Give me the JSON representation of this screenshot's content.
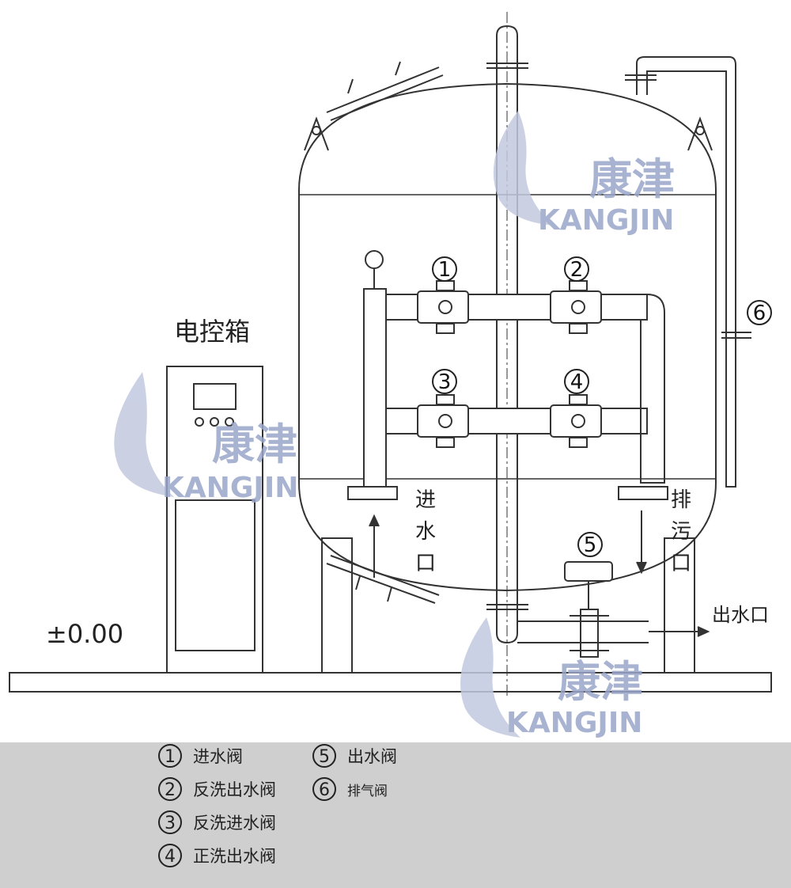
{
  "labels": {
    "control_box": "电控箱",
    "inlet": "进水口",
    "drain": "排污口",
    "outlet": "出水口",
    "elevation": "±0.00"
  },
  "valve_numbers": [
    "1",
    "2",
    "3",
    "4",
    "5",
    "6"
  ],
  "watermark": {
    "cn": "康津",
    "en": "KANGJIN"
  },
  "legend": [
    {
      "num": "1",
      "text": "进水阀"
    },
    {
      "num": "2",
      "text": "反洗出水阀"
    },
    {
      "num": "3",
      "text": "反洗进水阀"
    },
    {
      "num": "4",
      "text": "正洗出水阀"
    },
    {
      "num": "5",
      "text": "出水阀"
    },
    {
      "num": "6",
      "text": "排气阀"
    }
  ],
  "colors": {
    "line": "#333333",
    "watermark": "#9aa6c9",
    "legend_bg": "#cfcfcf"
  }
}
